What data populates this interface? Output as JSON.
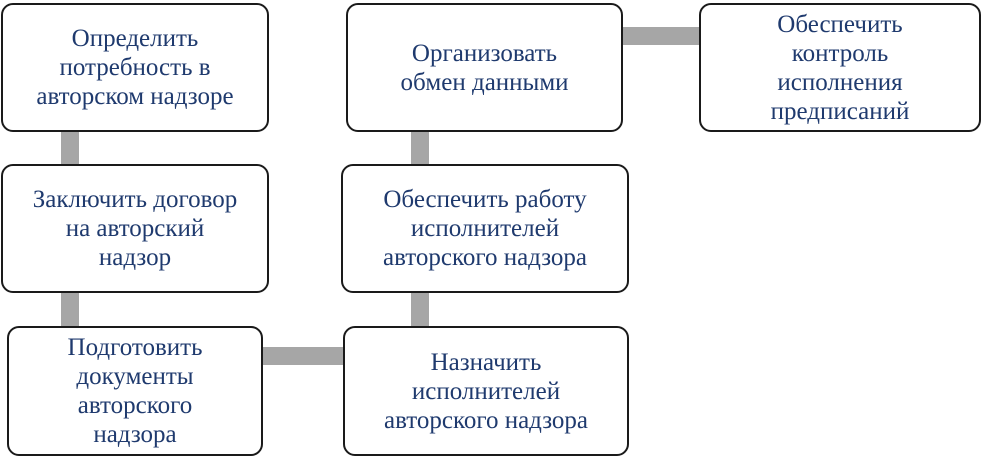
{
  "diagram": {
    "nodes": [
      {
        "id": "b1",
        "text": "Определить\nпотребность в\nавторском  надзоре"
      },
      {
        "id": "b2",
        "text": "Заключить договор\nна авторский\nнадзор"
      },
      {
        "id": "b3",
        "text": "Подготовить\nдокументы\nавторского\nнадзора"
      },
      {
        "id": "b4",
        "text": "Назначить\nисполнителей\nавторского  надзора"
      },
      {
        "id": "b5",
        "text": "Обеспечить работу\nисполнителей\nавторского  надзора"
      },
      {
        "id": "b6",
        "text": "Организовать\nобмен данными"
      },
      {
        "id": "b7",
        "text": "Обеспечить\nконтроль\nисполнения\nпредписаний"
      }
    ],
    "edges": [
      {
        "from": "b1",
        "to": "b2"
      },
      {
        "from": "b2",
        "to": "b3"
      },
      {
        "from": "b3",
        "to": "b4"
      },
      {
        "from": "b4",
        "to": "b5"
      },
      {
        "from": "b5",
        "to": "b6"
      },
      {
        "from": "b6",
        "to": "b7"
      }
    ],
    "colors": {
      "text": "#1f3a6e",
      "border": "#1a1a1a",
      "connector": "#a6a6a6"
    }
  }
}
